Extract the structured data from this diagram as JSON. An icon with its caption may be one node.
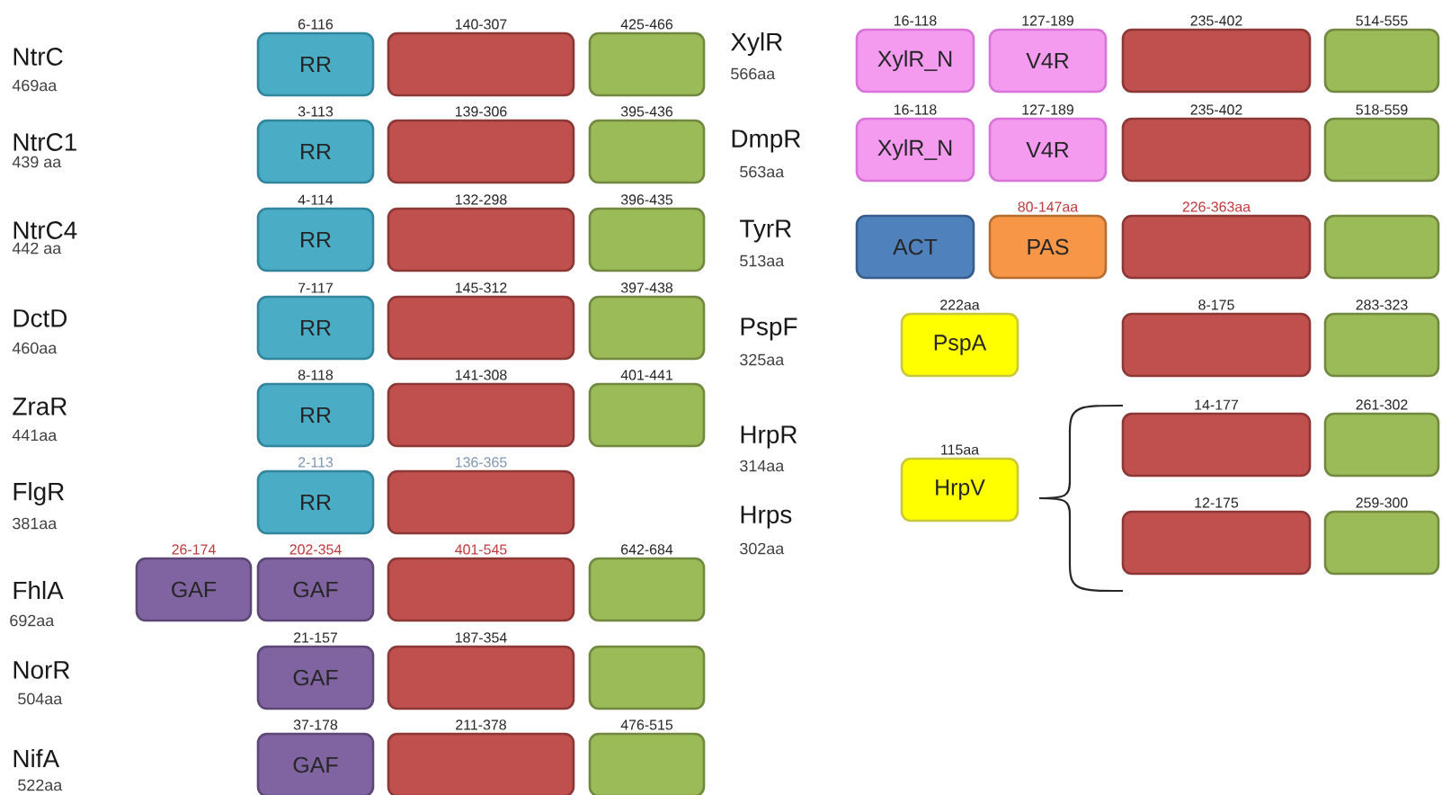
{
  "diagram": {
    "nodes": [
      {
        "text": [
          "6-116",
          "RR"
        ]
      },
      {
        "text": [
          "140-307"
        ]
      },
      {
        "text": [
          "425-466"
        ]
      },
      {
        "text": [
          "3-113",
          "RR"
        ]
      },
      {
        "text": [
          "139-306"
        ]
      },
      {
        "text": [
          "395-436"
        ]
      },
      {
        "text": [
          "4-114",
          "RR"
        ]
      },
      {
        "text": [
          "132-298"
        ]
      },
      {
        "text": [
          "396-435"
        ]
      },
      {
        "text": [
          "7-117",
          "RR"
        ]
      },
      {
        "text": [
          "145-312"
        ]
      },
      {
        "text": [
          "397-438"
        ]
      },
      {
        "text": [
          "8-118",
          "RR"
        ]
      },
      {
        "text": [
          "141-308"
        ]
      },
      {
        "text": [
          "401-441"
        ]
      },
      {
        "text": [
          "2-113",
          "RR"
        ]
      },
      {
        "text": [
          "136-365"
        ]
      },
      {
        "text": [
          "26-174",
          "GAF"
        ]
      },
      {
        "text": [
          "202-354",
          "GAF"
        ]
      },
      {
        "text": [
          "401-545"
        ]
      },
      {
        "text": [
          "642-684"
        ]
      },
      {
        "text": [
          "21-157",
          "GAF"
        ]
      },
      {
        "text": [
          "187-354"
        ]
      },
      {
        "text": [],
        "shape": "box"
      },
      {
        "text": [
          "37-178",
          "GAF"
        ]
      },
      {
        "text": [
          "211-378"
        ]
      },
      {
        "text": [
          "476-515"
        ]
      },
      {
        "text": [
          "16-118",
          "XylR_N"
        ]
      },
      {
        "text": [
          "127-189",
          "V4R"
        ]
      },
      {
        "text": [
          "235-402"
        ]
      },
      {
        "text": [
          "514-555"
        ]
      },
      {
        "text": [
          "16-118",
          "XylR_N"
        ]
      },
      {
        "text": [
          "127-189",
          "V4R"
        ]
      },
      {
        "text": [
          "235-402"
        ]
      },
      {
        "text": [
          "518-559"
        ]
      },
      {
        "text": [
          "ACT"
        ]
      },
      {
        "text": [
          "80-147aa",
          "PAS"
        ]
      },
      {
        "text": [
          "226-363aa"
        ]
      },
      {
        "text": [],
        "shape": "box"
      },
      {
        "text": [
          "222aa",
          "PspA"
        ]
      },
      {
        "text": [
          "8-175"
        ]
      },
      {
        "text": [
          "283-323"
        ]
      },
      {
        "text": [
          "115aa",
          "HrpV"
        ]
      },
      {
        "text": [
          "14-177"
        ]
      },
      {
        "text": [
          "261-302"
        ]
      },
      {
        "text": [
          "12-175"
        ]
      },
      {
        "text": [
          "259-300"
        ]
      }
    ],
    "labels": [
      "NtrC",
      "469aa",
      "NtrC1",
      "439 aa",
      "NtrC4",
      "442 aa",
      "DctD",
      "460aa",
      "ZraR",
      "441aa",
      "FlgR",
      "381aa",
      "FhlA",
      "692aa",
      "NorR",
      "504aa",
      "NifA",
      "522aa",
      "XylR",
      "566aa",
      "DmpR",
      "563aa",
      "TyrR",
      "513aa",
      "PspF",
      "325aa",
      "HrpR",
      "314aa",
      "Hrps",
      "302aa"
    ]
  }
}
